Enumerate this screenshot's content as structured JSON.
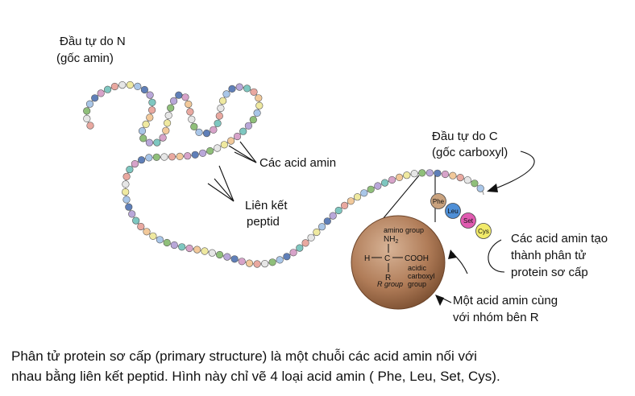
{
  "labels": {
    "n_terminus_line1": "Đầu tự do  N",
    "n_terminus_line2": "(gốc amin)",
    "amino_acids": "Các acid amin",
    "peptide_bond_line1": "Liên kết",
    "peptide_bond_line2": "peptid",
    "c_terminus_line1": "Đầu tự do C",
    "c_terminus_line2": "(gốc carboxyl)",
    "components_line1": "Các  acid amin tạo",
    "components_line2": "thành phân tử",
    "components_line3": "protein sơ cấp",
    "r_group_line1": "Một acid amin cùng",
    "r_group_line2": "với  nhóm bên R"
  },
  "named_residues": [
    "Phe",
    "Leu",
    "Set",
    "Cys"
  ],
  "residue_colors": [
    "#c9a27e",
    "#4f8fd6",
    "#e05bb0",
    "#f1ea6a"
  ],
  "bead_palette": [
    "#e9a8a0",
    "#a9c6e8",
    "#7ec7c0",
    "#efe9a0",
    "#b9a7d9",
    "#f2c99a",
    "#8fbf7a",
    "#d7a3c9",
    "#e6e6e6",
    "#5f7fb8"
  ],
  "molecule": {
    "amino_group": "amino group",
    "nh2": "NH",
    "nh2_sub": "2",
    "h": "H",
    "c": "C",
    "cooh": "COOH",
    "r": "R",
    "acidic": "acidic",
    "carboxyl": "carboxyl",
    "group": "group",
    "r_group": "R group",
    "fill_color": "#b07c58"
  },
  "caption_line1": "Phân tử protein sơ cấp (primary structure) là một chuỗi các acid amin nối với",
  "caption_line2": "nhau bằng liên kết peptid. Hình này chỉ vẽ 4 loại acid amin ( Phe, Leu, Set, Cys)."
}
